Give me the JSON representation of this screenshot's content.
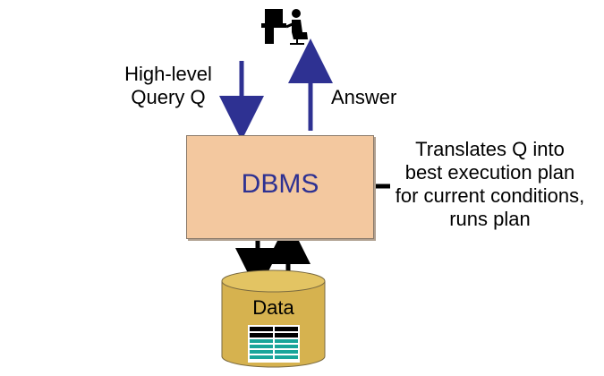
{
  "query": {
    "line1": "High-level",
    "line2": "Query Q"
  },
  "answer": {
    "label": "Answer"
  },
  "dbms": {
    "label": "DBMS"
  },
  "note": {
    "line1": "Translates Q into",
    "line2": "best execution plan",
    "line3": "for current conditions,",
    "line4": "runs plan"
  },
  "data_store": {
    "label": "Data"
  },
  "colors": {
    "dbms_fill": "#f3c89f",
    "dbms_text": "#2e3192",
    "query_arrows": "#2e3192",
    "cylinder_fill": "#d6b24f",
    "table_fill": "#1aa59a"
  },
  "icons": {
    "user": "user-at-computer-icon",
    "table": "data-table-icon"
  }
}
